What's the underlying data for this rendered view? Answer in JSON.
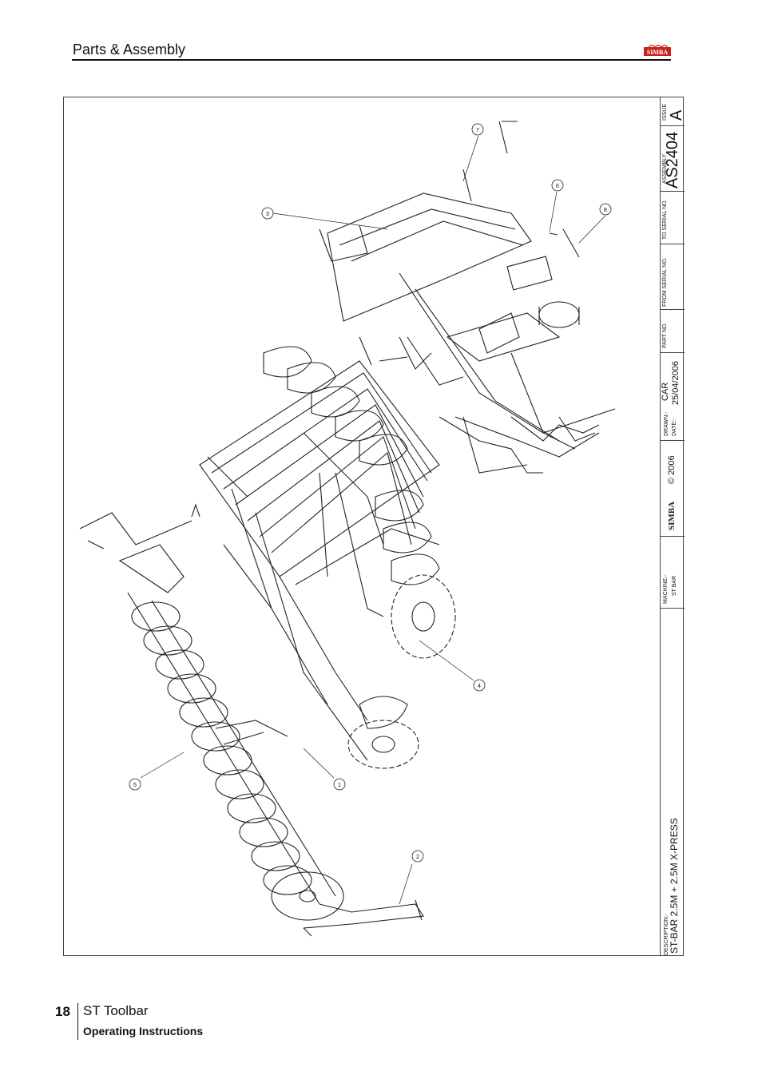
{
  "header": {
    "section_title": "Parts & Assembly",
    "logo_text": "SIMBA"
  },
  "title_block": {
    "issue_label": "ISSUE",
    "issue_value": "A",
    "assembly_label": "ASSEMBLY",
    "assembly_value": "AS2404",
    "to_serial_label": "TO SERIAL NO.",
    "from_serial_label": "FROM SERIAL NO.",
    "part_no_label": "PART NO.",
    "drawn_label": "DRAWN:-",
    "drawn_value": "CAR",
    "date_label": "DATE:-",
    "date_value": "25/04/2006",
    "copyright": "© 2006",
    "logo_text": "SIMBA",
    "machine_label": "MACHINE:-",
    "machine_value": "ST BAR",
    "description_label": "DESCRIPTION:-",
    "description_value": "ST-BAR 2.5M + 2.5M X-PRESS"
  },
  "callouts": [
    "1",
    "2",
    "3",
    "4",
    "5",
    "6",
    "7",
    "8"
  ],
  "footer": {
    "page_number": "18",
    "title": "ST Toolbar",
    "subtitle": "Operating Instructions"
  },
  "colors": {
    "brand_red": "#c8241e",
    "line": "#222222"
  }
}
